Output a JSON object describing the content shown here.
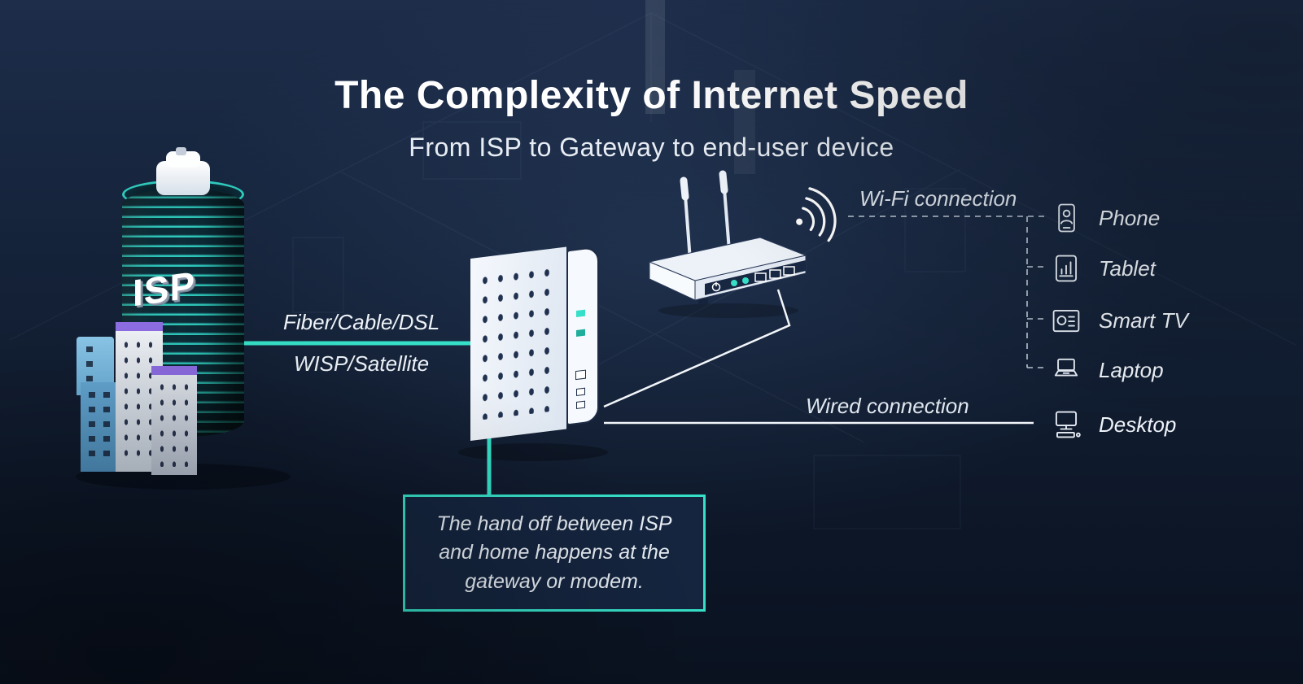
{
  "title": "The Complexity of Internet Speed",
  "subtitle": "From ISP to Gateway to end-user device",
  "colors": {
    "background": "#0e1a2c",
    "accent": "#36dfc7",
    "callout_background": "#15253f",
    "text": "#ffffff"
  },
  "isp": {
    "label": "ISP"
  },
  "links": {
    "isp_gateway_top": "Fiber/Cable/DSL",
    "isp_gateway_bottom": "WISP/Satellite",
    "wifi": "Wi-Fi connection",
    "wired": "Wired connection"
  },
  "devices": [
    {
      "label": "Phone",
      "icon": "phone-icon",
      "connection": "wifi"
    },
    {
      "label": "Tablet",
      "icon": "tablet-icon",
      "connection": "wifi"
    },
    {
      "label": "Smart TV",
      "icon": "smart-tv-icon",
      "connection": "wifi"
    },
    {
      "label": "Laptop",
      "icon": "laptop-icon",
      "connection": "wifi"
    },
    {
      "label": "Desktop",
      "icon": "desktop-icon",
      "connection": "wired"
    }
  ],
  "callout": {
    "lines": [
      "The hand off between ISP",
      "and home happens at the",
      "gateway or modem."
    ]
  }
}
